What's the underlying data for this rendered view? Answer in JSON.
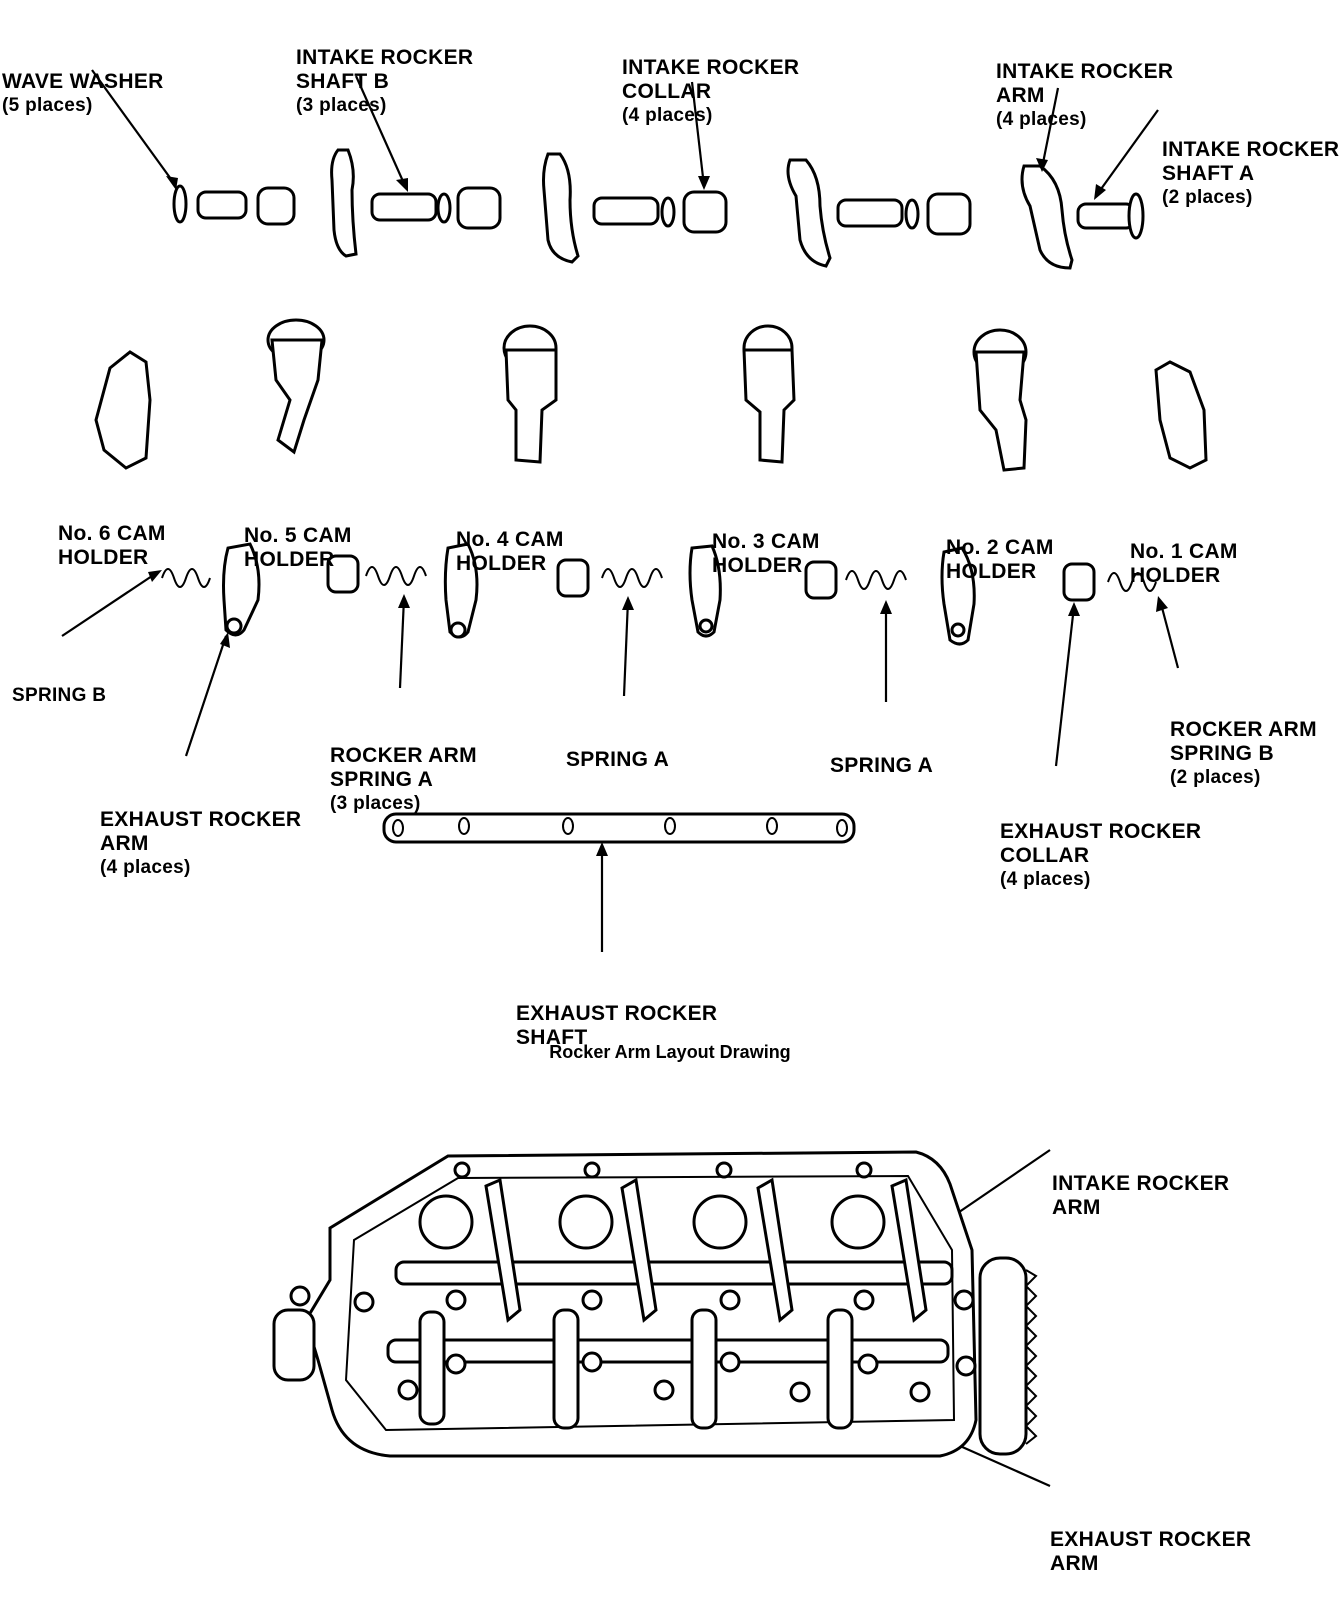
{
  "labels": {
    "wave_washer": [
      "WAVE WASHER",
      "(5 places)"
    ],
    "intake_rocker_shaft_b": [
      "INTAKE ROCKER",
      "SHAFT B",
      "(3 places)"
    ],
    "intake_rocker_collar": [
      "INTAKE ROCKER",
      "COLLAR",
      "(4 places)"
    ],
    "intake_rocker_arm_top": [
      "INTAKE ROCKER",
      "ARM",
      "(4 places)"
    ],
    "intake_rocker_shaft_a": [
      "INTAKE ROCKER",
      "SHAFT A",
      "(2 places)"
    ],
    "cam_holder_6": [
      "No. 6 CAM",
      "HOLDER"
    ],
    "cam_holder_5": [
      "No. 5 CAM",
      "HOLDER"
    ],
    "cam_holder_4": [
      "No. 4 CAM",
      "HOLDER"
    ],
    "cam_holder_3": [
      "No. 3 CAM",
      "HOLDER"
    ],
    "cam_holder_2": [
      "No. 2 CAM",
      "HOLDER"
    ],
    "cam_holder_1": [
      "No. 1 CAM",
      "HOLDER"
    ],
    "spring_b": [
      "SPRING B"
    ],
    "exhaust_rocker_arm_mid": [
      "EXHAUST ROCKER",
      "ARM",
      "(4 places)"
    ],
    "rocker_arm_spring_a": [
      "ROCKER ARM",
      "SPRING A",
      "(3 places)"
    ],
    "spring_a_1": [
      "SPRING A"
    ],
    "spring_a_2": [
      "SPRING A"
    ],
    "rocker_arm_spring_b": [
      "ROCKER ARM",
      "SPRING B",
      "(2 places)"
    ],
    "exhaust_rocker_collar": [
      "EXHAUST ROCKER",
      "COLLAR",
      "(4 places)"
    ],
    "exhaust_rocker_shaft": [
      "EXHAUST ROCKER",
      "SHAFT"
    ],
    "intake_rocker_arm_bottom": [
      "INTAKE ROCKER",
      "ARM"
    ],
    "exhaust_rocker_arm_bottom": [
      "EXHAUST ROCKER",
      "ARM"
    ]
  },
  "caption": "Rocker Arm Layout Drawing"
}
